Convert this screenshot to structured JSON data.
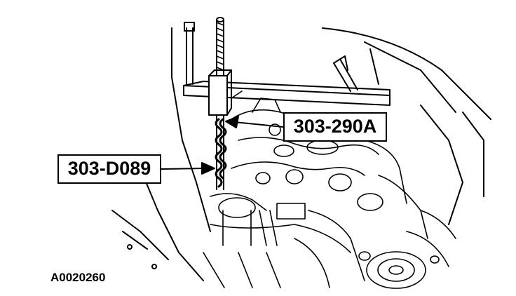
{
  "figure": {
    "id": "A0020260",
    "callouts": [
      {
        "key": "tool_a",
        "label": "303-290A"
      },
      {
        "key": "tool_b",
        "label": "303-D089"
      }
    ]
  },
  "icons": {
    "illustration": "engine-bay-line-drawing-icon",
    "arrows": "callout-arrow-icon"
  },
  "colors": {
    "ink": "#000000",
    "paper": "#ffffff"
  }
}
